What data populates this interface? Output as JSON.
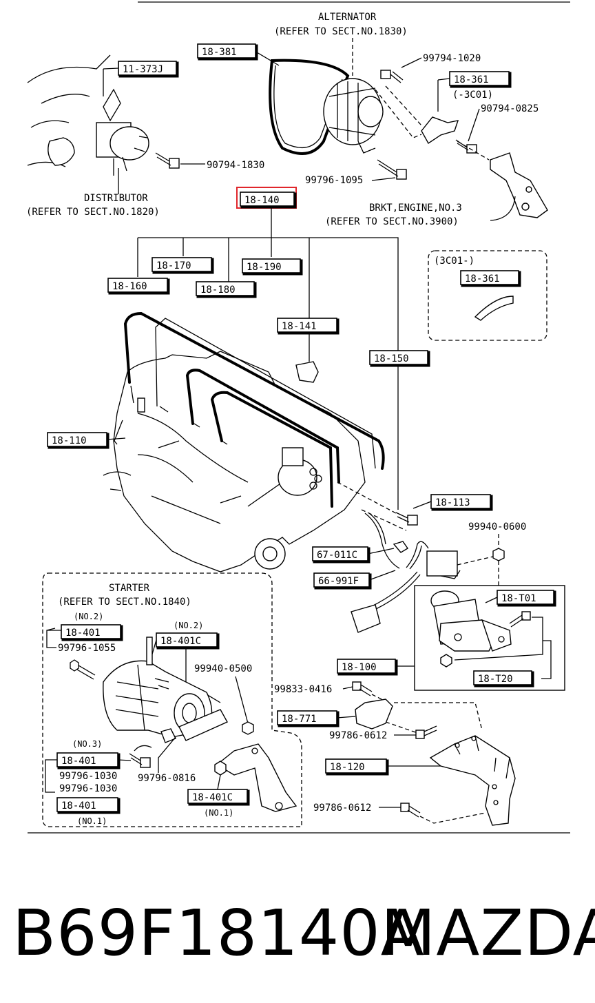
{
  "diagram": {
    "captions": {
      "alternator": "ALTERNATOR",
      "alternator_ref": "(REFER TO SECT.NO.1830)",
      "distributor": "DISTRIBUTOR",
      "distributor_ref": "(REFER TO SECT.NO.1820)",
      "bracket": "BRKT,ENGINE,NO.3",
      "bracket_ref": "(REFER TO SECT.NO.3900)",
      "starter": "STARTER",
      "starter_ref": "(REFER TO SECT.NO.1840)",
      "variant_3c01_box": "(3C01-)",
      "variant_3c01_side": "(-3C01)"
    },
    "part_labels": {
      "p18_381": "18-381",
      "p11_373j": "11-373J",
      "p18_361_top": "18-361",
      "p18_140": "18-140",
      "p18_170": "18-170",
      "p18_190": "18-190",
      "p18_160": "18-160",
      "p18_180": "18-180",
      "p18_361_box": "18-361",
      "p18_141": "18-141",
      "p18_150": "18-150",
      "p18_110": "18-110",
      "p18_113": "18-113",
      "p67_011c": "67-011C",
      "p66_991f": "66-991F",
      "p18_t01": "18-T01",
      "p18_100": "18-100",
      "p18_t20": "18-T20",
      "p18_401_no2": "18-401",
      "p18_401c_no2": "18-401C",
      "p18_771": "18-771",
      "p18_120": "18-120",
      "p18_401_no3": "18-401",
      "p18_401_no1": "18-401",
      "p18_401c_no1": "18-401C"
    },
    "bolt_labels": {
      "b99794_1020": "99794-1020",
      "b90794_0825": "90794-0825",
      "b90794_1830": "90794-1830",
      "b99796_1095": "99796-1095",
      "b99940_0600": "99940-0600",
      "b99796_1055": "99796-1055",
      "b99940_0500": "99940-0500",
      "b99833_0416": "99833-0416",
      "b99786_0612_a": "99786-0612",
      "b99796_1030_a": "99796-1030",
      "b99796_1030_b": "99796-1030",
      "b99796_0816": "99796-0816",
      "b99786_0612_b": "99786-0612"
    },
    "position_notes": {
      "no2_a": "(NO.2)",
      "no2_b": "(NO.2)",
      "no3": "(NO.3)",
      "no1_a": "(NO.1)",
      "no1_b": "(NO.1)"
    },
    "highlight_color": "#e0262b"
  },
  "footer": {
    "part_number": "B69F18140A",
    "brand": "MAZDA"
  }
}
